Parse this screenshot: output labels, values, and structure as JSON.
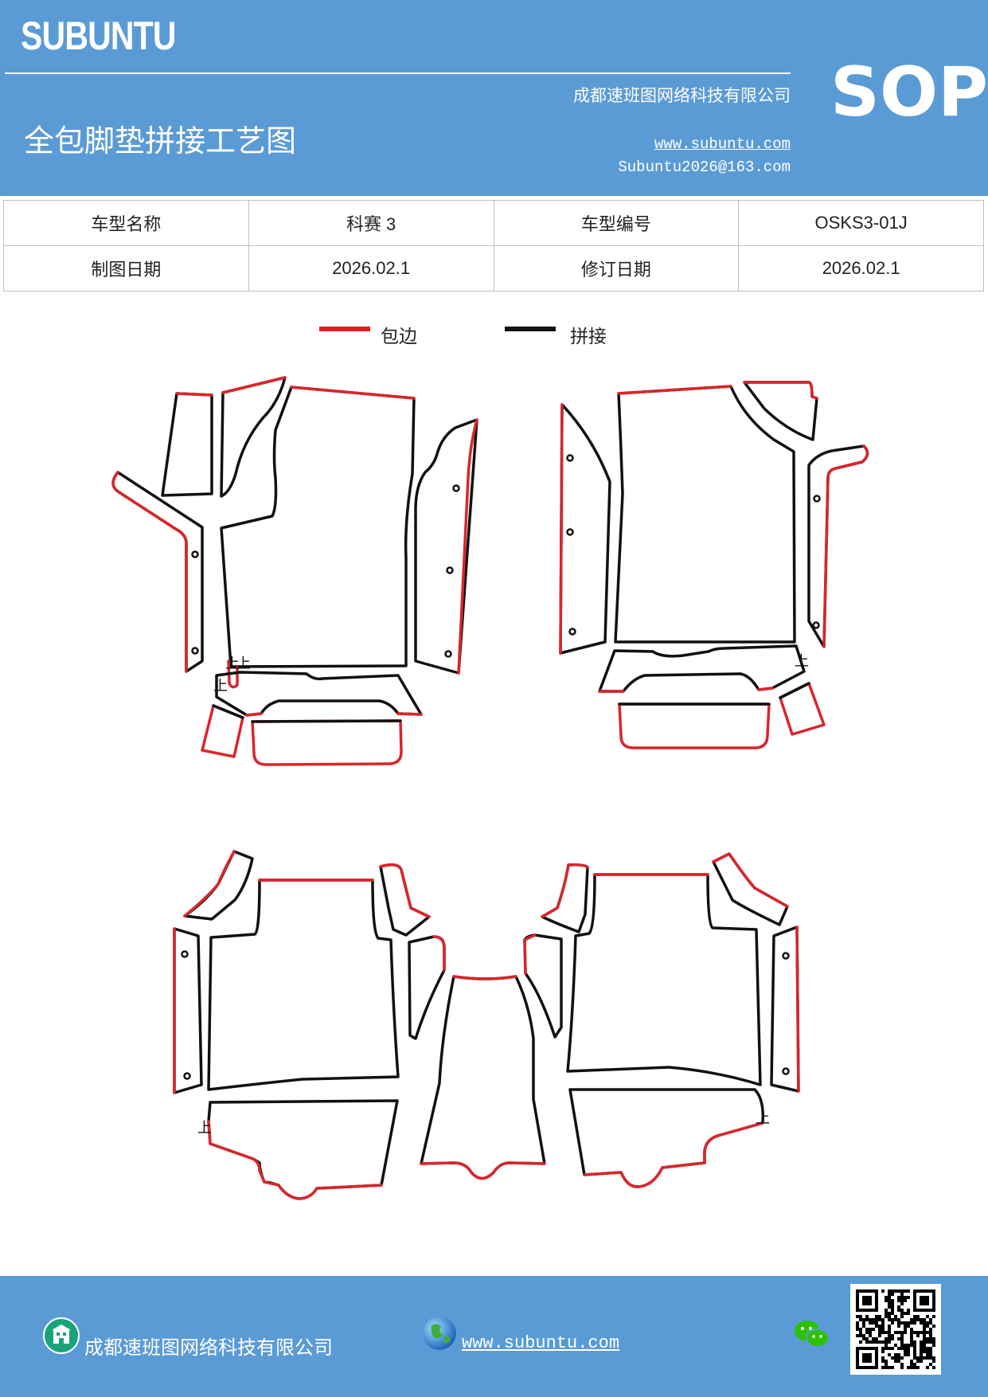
{
  "header": {
    "brand": "SUBUNTU",
    "company": "成都速班图网络科技有限公司",
    "title": "全包脚垫拼接工艺图",
    "website": "www.subuntu.com",
    "email": "Subuntu2026@163.com",
    "badge": "SOP"
  },
  "info_table": {
    "model_name_label": "车型名称",
    "model_name_value": "科赛 3",
    "model_code_label": "车型编号",
    "model_code_value": "OSKS3-01J",
    "draw_date_label": "制图日期",
    "draw_date_value": "2026.02.1",
    "revise_date_label": "修订日期",
    "revise_date_value": "2026.02.1"
  },
  "legend": [
    {
      "label": "包边",
      "color": "#e8191c"
    },
    {
      "label": "拼接",
      "color": "#111111"
    }
  ],
  "marks": {
    "up": "上"
  },
  "footer": {
    "company": "成都速班图网络科技有限公司",
    "website": "www.subuntu.com"
  },
  "colors": {
    "brand_blue": "#5b9bd5",
    "edge_red": "#d9262b",
    "seam_black": "#111111"
  },
  "icons": [
    "building-icon",
    "globe-icon",
    "wechat-icon",
    "qr-code"
  ]
}
